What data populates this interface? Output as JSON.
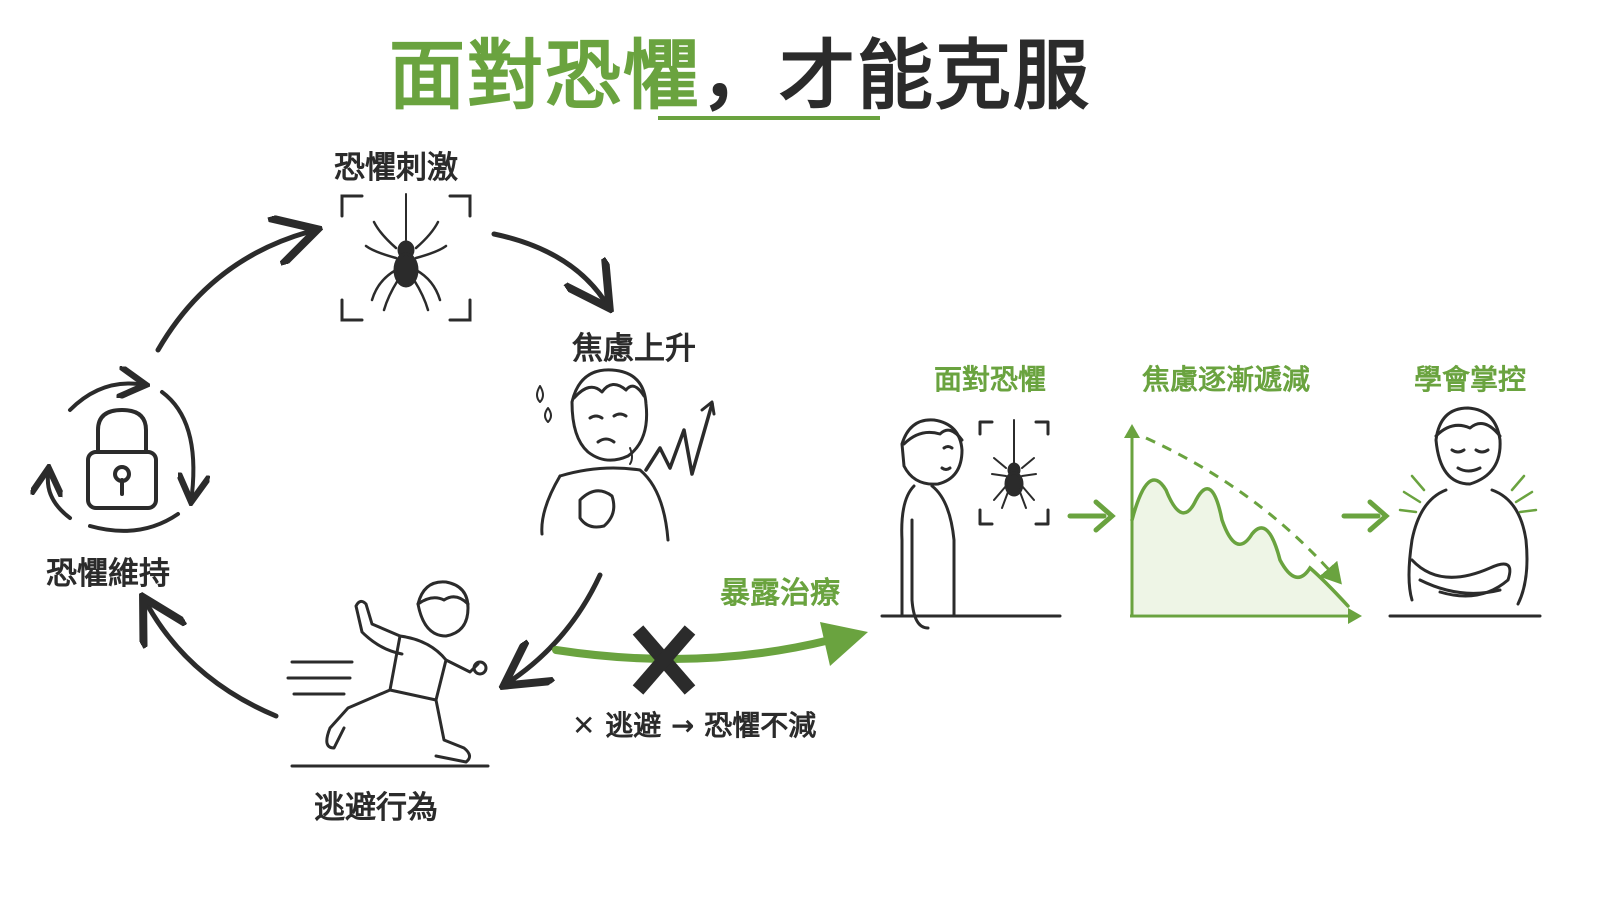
{
  "title": {
    "part_green": "面對恐懼",
    "comma": "，",
    "part_dark": "才能克服"
  },
  "cycle": {
    "stimulus": "恐懼刺激",
    "anxiety": "焦慮上升",
    "avoidance": "逃避行為",
    "maintenance": "恐懼維持"
  },
  "exposure": {
    "label": "暴露治療",
    "blocked_note": {
      "mark": "✕",
      "avoid": "逃避",
      "arrow": "→",
      "result": "恐懼不減"
    }
  },
  "steps": {
    "face": "面對恐懼",
    "decrease": "焦慮逐漸遞減",
    "master": "學會掌控"
  },
  "colors": {
    "green": "#6aa33f",
    "dark": "#2b2b2b",
    "light_green_fill": "#eef5e6"
  }
}
